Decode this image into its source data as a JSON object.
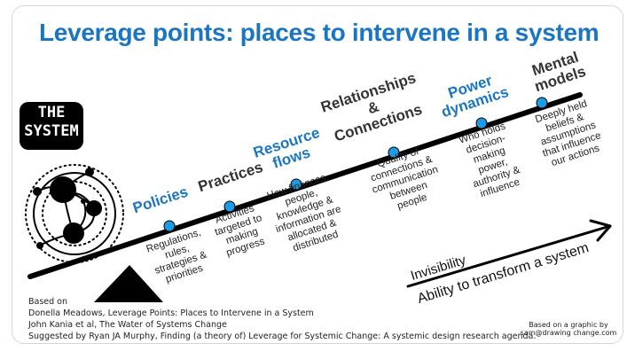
{
  "title": "Leverage points: places to intervene in a system",
  "system_badge": {
    "line1": "THE",
    "line2": "SYSTEM"
  },
  "levers": [
    {
      "label": "Policies",
      "color": "#1a76c2",
      "description": [
        "Regulations,",
        "rules,",
        "strategies &",
        "priorities"
      ]
    },
    {
      "label": "Practices",
      "color": "#333333",
      "description": [
        "Activities",
        "targeted to",
        "making",
        "progress"
      ]
    },
    {
      "label": [
        "Resource",
        "flows"
      ],
      "color": "#1a76c2",
      "description": [
        "How finances,",
        "people,",
        "knowledge &",
        "information are",
        "allocated &",
        "distributed"
      ]
    },
    {
      "label": [
        "Relationships",
        "&",
        "Connections"
      ],
      "color": "#333333",
      "description": [
        "Quality of",
        "connections &",
        "communication",
        "between",
        "people"
      ]
    },
    {
      "label": [
        "Power",
        "dynamics"
      ],
      "color": "#1a76c2",
      "description": [
        "Who holds",
        "decision-",
        "making",
        "power,",
        "authority &",
        "influence"
      ]
    },
    {
      "label": [
        "Mental",
        "models"
      ],
      "color": "#333333",
      "description": [
        "Deeply held",
        "beliefs &",
        "assumptions",
        "that influence",
        "our actions"
      ]
    }
  ],
  "axis": {
    "upper_label": "Invisibility",
    "lower_label": "Ability to transform a system"
  },
  "footer": {
    "lines": [
      "Based on",
      "Donella Meadows, Leverage Points: Places to Intervene in a System",
      "John Kania et al, The Water of Systems Change",
      "Suggested by Ryan JA Murphy, Finding (a theory of) Leverage for Systemic Change: A systemic design research agenda."
    ],
    "credit": [
      "Based on a graphic by",
      "sam@drawing change.com"
    ]
  },
  "colors": {
    "accent": "#1a76c2",
    "dot": "#1e9be6",
    "line": "#000000"
  }
}
